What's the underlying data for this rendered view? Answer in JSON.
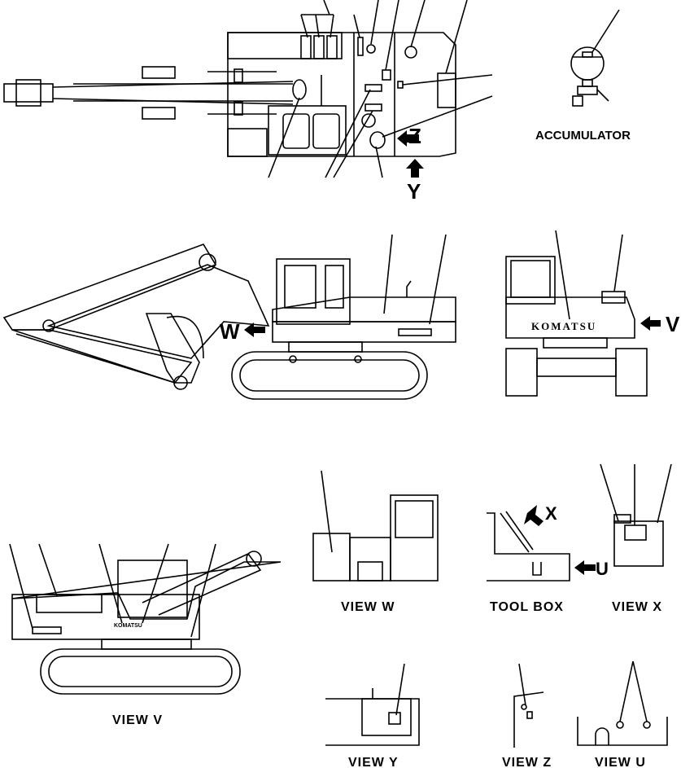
{
  "labels": {
    "accumulator": "ACCUMULATOR",
    "view_w": "VIEW  W",
    "tool_box": "TOOL  BOX",
    "view_x": "VIEW  X",
    "view_v": "VIEW  V",
    "view_y": "VIEW  Y",
    "view_z": "VIEW  Z",
    "view_u": "VIEW  U",
    "arrow_z": "Z",
    "arrow_y": "Y",
    "arrow_w": "W",
    "arrow_v": "V",
    "arrow_x": "X",
    "arrow_u": "U",
    "brand_rear": "KOMATSU",
    "brand_side": "KOMATSU"
  }
}
